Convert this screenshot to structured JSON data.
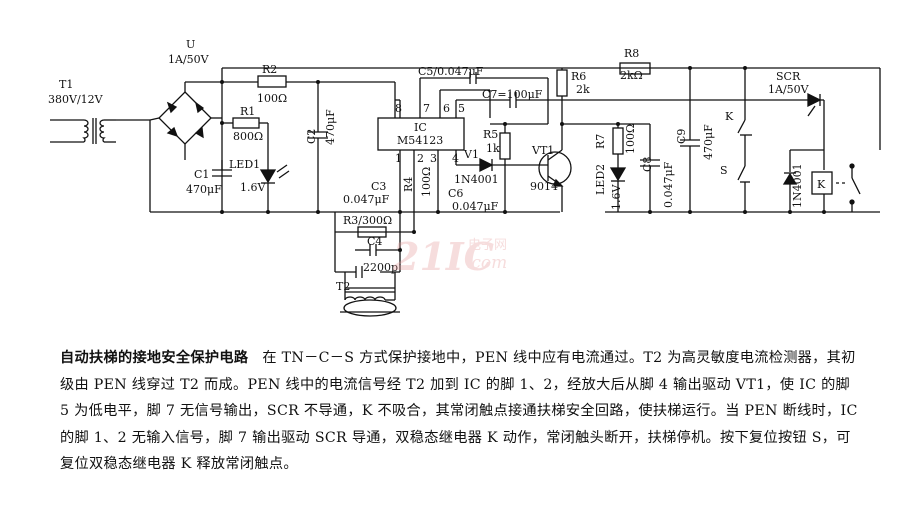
{
  "components": {
    "t1": {
      "name": "T1",
      "rating": "380V/12V"
    },
    "u": {
      "name": "U",
      "rating": "1A/50V"
    },
    "r1": {
      "name": "R1",
      "value": "800Ω"
    },
    "r2": {
      "name": "R2",
      "value": "100Ω"
    },
    "c1": {
      "name": "C1",
      "value": "470μF"
    },
    "c2": {
      "name": "C2",
      "value": "470μF"
    },
    "led1": {
      "name": "LED1",
      "value": "1.6V"
    },
    "ic": {
      "name": "IC",
      "part": "M54123",
      "pins": [
        "8",
        "7",
        "6",
        "5",
        "1",
        "2",
        "3",
        "4"
      ]
    },
    "c5": {
      "label": "C5/0.047μF"
    },
    "c7": {
      "label": "C7=100μF"
    },
    "c3": {
      "name": "C3",
      "value": "0.047μF"
    },
    "r4": {
      "name": "R4",
      "value": "100Ω"
    },
    "r3": {
      "label": "R3/300Ω"
    },
    "c4": {
      "name": "C4",
      "value": "2200p"
    },
    "t2": {
      "name": "T2"
    },
    "v1": {
      "name": "V1",
      "part": "1N4001"
    },
    "c6": {
      "name": "C6",
      "value": "0.047μF"
    },
    "r5": {
      "name": "R5",
      "value": "1k"
    },
    "r6": {
      "name": "R6",
      "value": "2k"
    },
    "r7": {
      "name": "R7",
      "value": "100Ω"
    },
    "r8": {
      "name": "R8",
      "value": "2kΩ"
    },
    "vt1": {
      "name": "VT1",
      "part": "9014"
    },
    "led2": {
      "name": "LED2",
      "value": "1.6V"
    },
    "c8": {
      "name": "C8",
      "value": "0.047μF"
    },
    "c9": {
      "name": "C9",
      "value": "470μF"
    },
    "scr": {
      "name": "SCR",
      "rating": "1A/50V"
    },
    "k": {
      "name": "K"
    },
    "s": {
      "name": "S"
    },
    "d2": {
      "part": "1N4001"
    },
    "relay": {
      "name": "K"
    }
  },
  "watermark": {
    "main": "21IC",
    "sub": "电子网",
    "domain": ".com"
  },
  "caption": {
    "title": "自动扶梯的接地安全保护电路",
    "body": "在 TN－C－S 方式保护接地中，PEN 线中应有电流通过。T2 为高灵敏度电流检测器，其初级由 PEN 线穿过 T2 而成。PEN 线中的电流信号经 T2 加到 IC 的脚 1、2，经放大后从脚 4 输出驱动 VT1，使 IC 的脚 5 为低电平，脚 7 无信号输出，SCR 不导通，K 不吸合，其常闭触点接通扶梯安全回路，使扶梯运行。当 PEN 断线时，IC 的脚 1、2 无输入信号，脚 7 输出驱动 SCR 导通，双稳态继电器 K 动作，常闭触头断开，扶梯停机。按下复位按钮 S，可复位双稳态继电器 K 释放常闭触点。"
  }
}
